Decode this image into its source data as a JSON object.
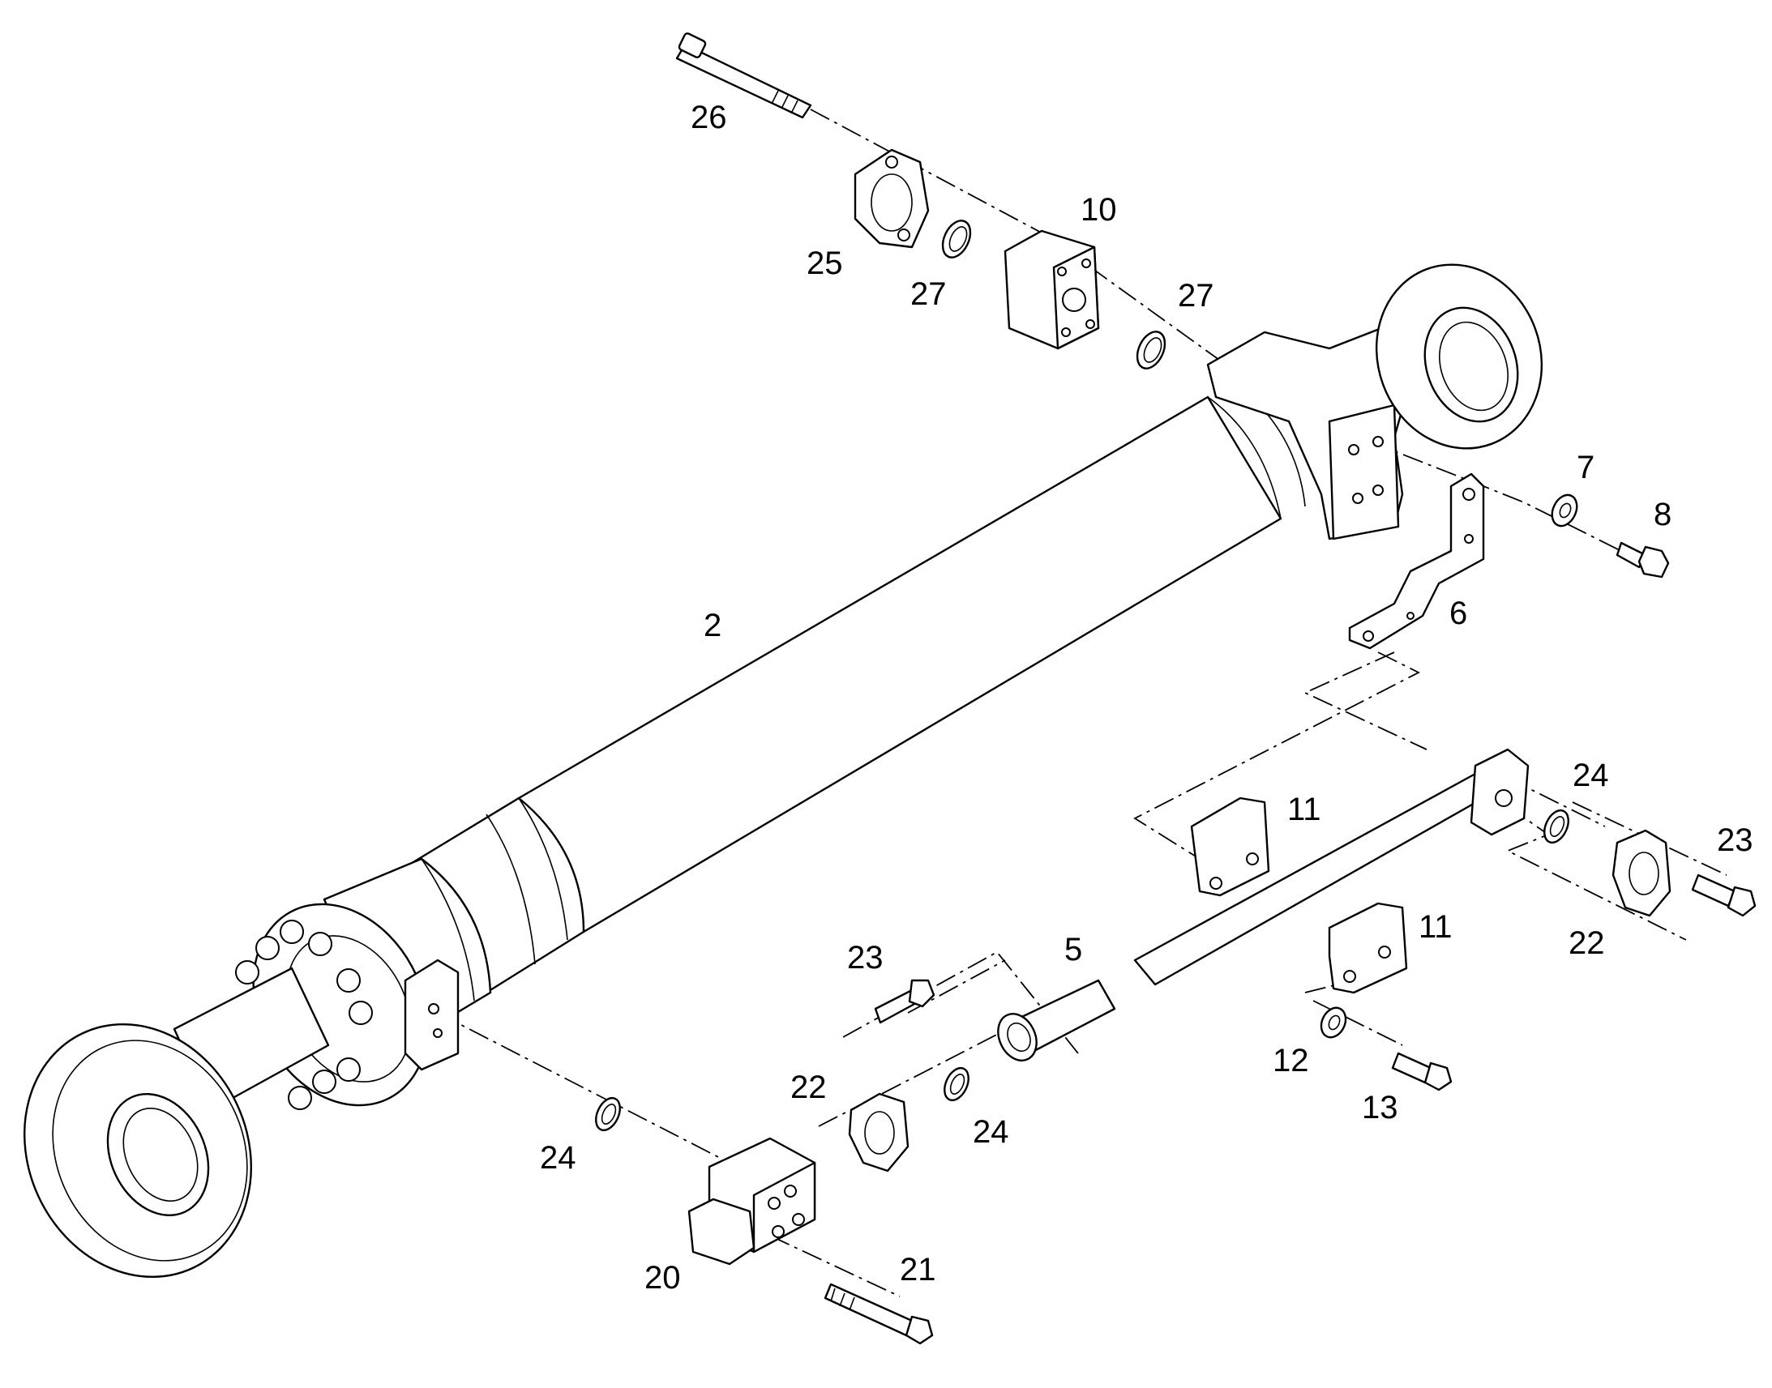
{
  "callouts": {
    "p2": "2",
    "p5": "5",
    "p6": "6",
    "p7": "7",
    "p8": "8",
    "p10": "10",
    "p11a": "11",
    "p11b": "11",
    "p12": "12",
    "p13": "13",
    "p20": "20",
    "p21": "21",
    "p22a": "22",
    "p22b": "22",
    "p23a": "23",
    "p23b": "23",
    "p24a": "24",
    "p24b": "24",
    "p24c": "24",
    "p25": "25",
    "p26": "26",
    "p27a": "27",
    "p27b": "27"
  }
}
